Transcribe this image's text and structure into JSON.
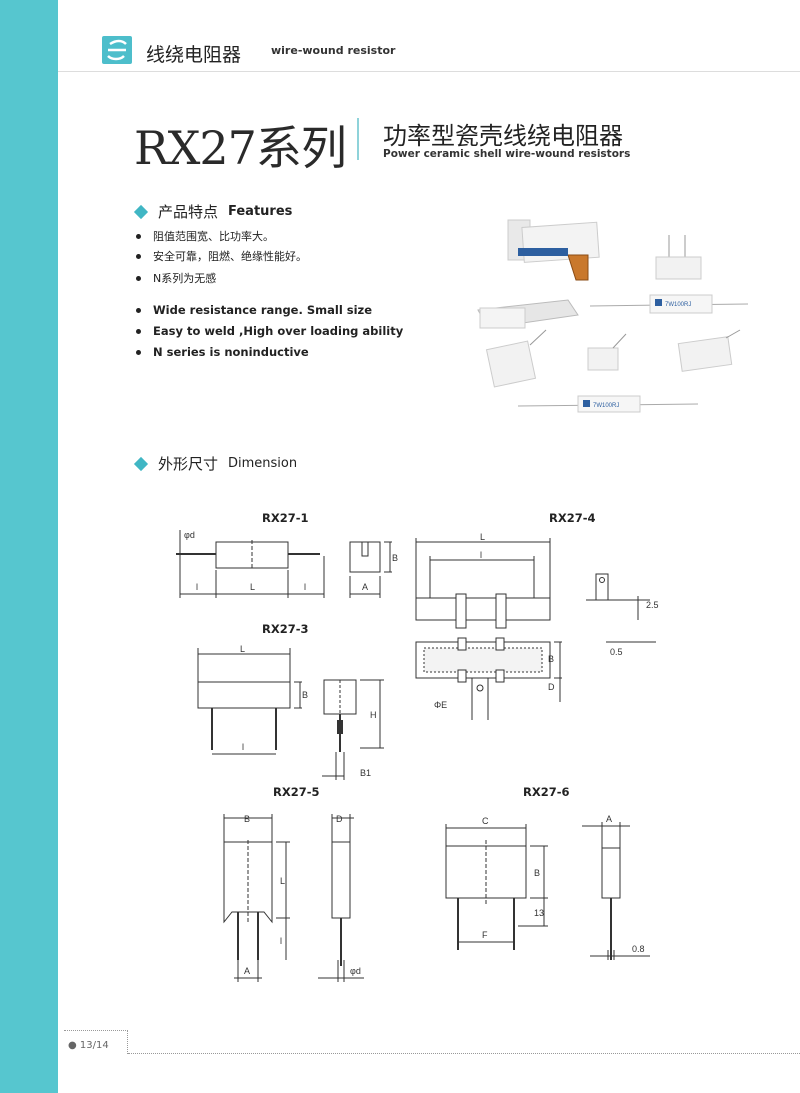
{
  "header": {
    "cn": "线绕电阻器",
    "en": "wire-wound resistor"
  },
  "title": {
    "series": "RX27系列",
    "cn": "功率型瓷壳线绕电阻器",
    "en": "Power ceramic shell wire-wound resistors"
  },
  "features": {
    "heading_cn": "产品特点",
    "heading_en": "Features",
    "cn_items": [
      "阻值范围宽、比功率大。",
      "安全可靠，阻燃、绝缘性能好。",
      "N系列为无感"
    ],
    "en_items": [
      "Wide resistance range. Small size",
      "Easy to weld ,High over loading ability",
      "N series is noninductive"
    ]
  },
  "dimension": {
    "heading_cn": "外形尺寸",
    "heading_en": "Dimension"
  },
  "drawings": {
    "rx27_1": {
      "title": "RX27-1",
      "labels": {
        "d": "φd",
        "l_left": "l",
        "L": "L",
        "l_right": "l",
        "B": "B",
        "A": "A"
      }
    },
    "rx27_4": {
      "title": "RX27-4",
      "labels": {
        "L": "L",
        "l": "l",
        "B": "B",
        "D": "D",
        "E": "ΦE",
        "dim_a": "0.5",
        "dim_b": "2.5"
      }
    },
    "rx27_3": {
      "title": "RX27-3",
      "labels": {
        "L": "L",
        "B": "B",
        "l": "l",
        "H": "H",
        "B1": "B1"
      }
    },
    "rx27_5": {
      "title": "RX27-5",
      "labels": {
        "B": "B",
        "D": "D",
        "L": "L",
        "l": "l",
        "A": "A",
        "d": "φd"
      }
    },
    "rx27_6": {
      "title": "RX27-6",
      "labels": {
        "C": "C",
        "A": "A",
        "B": "B",
        "dim13": "13",
        "F": "F",
        "dim08": "0.8"
      }
    }
  },
  "product_labels": [
    "7W100RJ",
    "7W100RJ"
  ],
  "footer": {
    "page": "13/14"
  }
}
